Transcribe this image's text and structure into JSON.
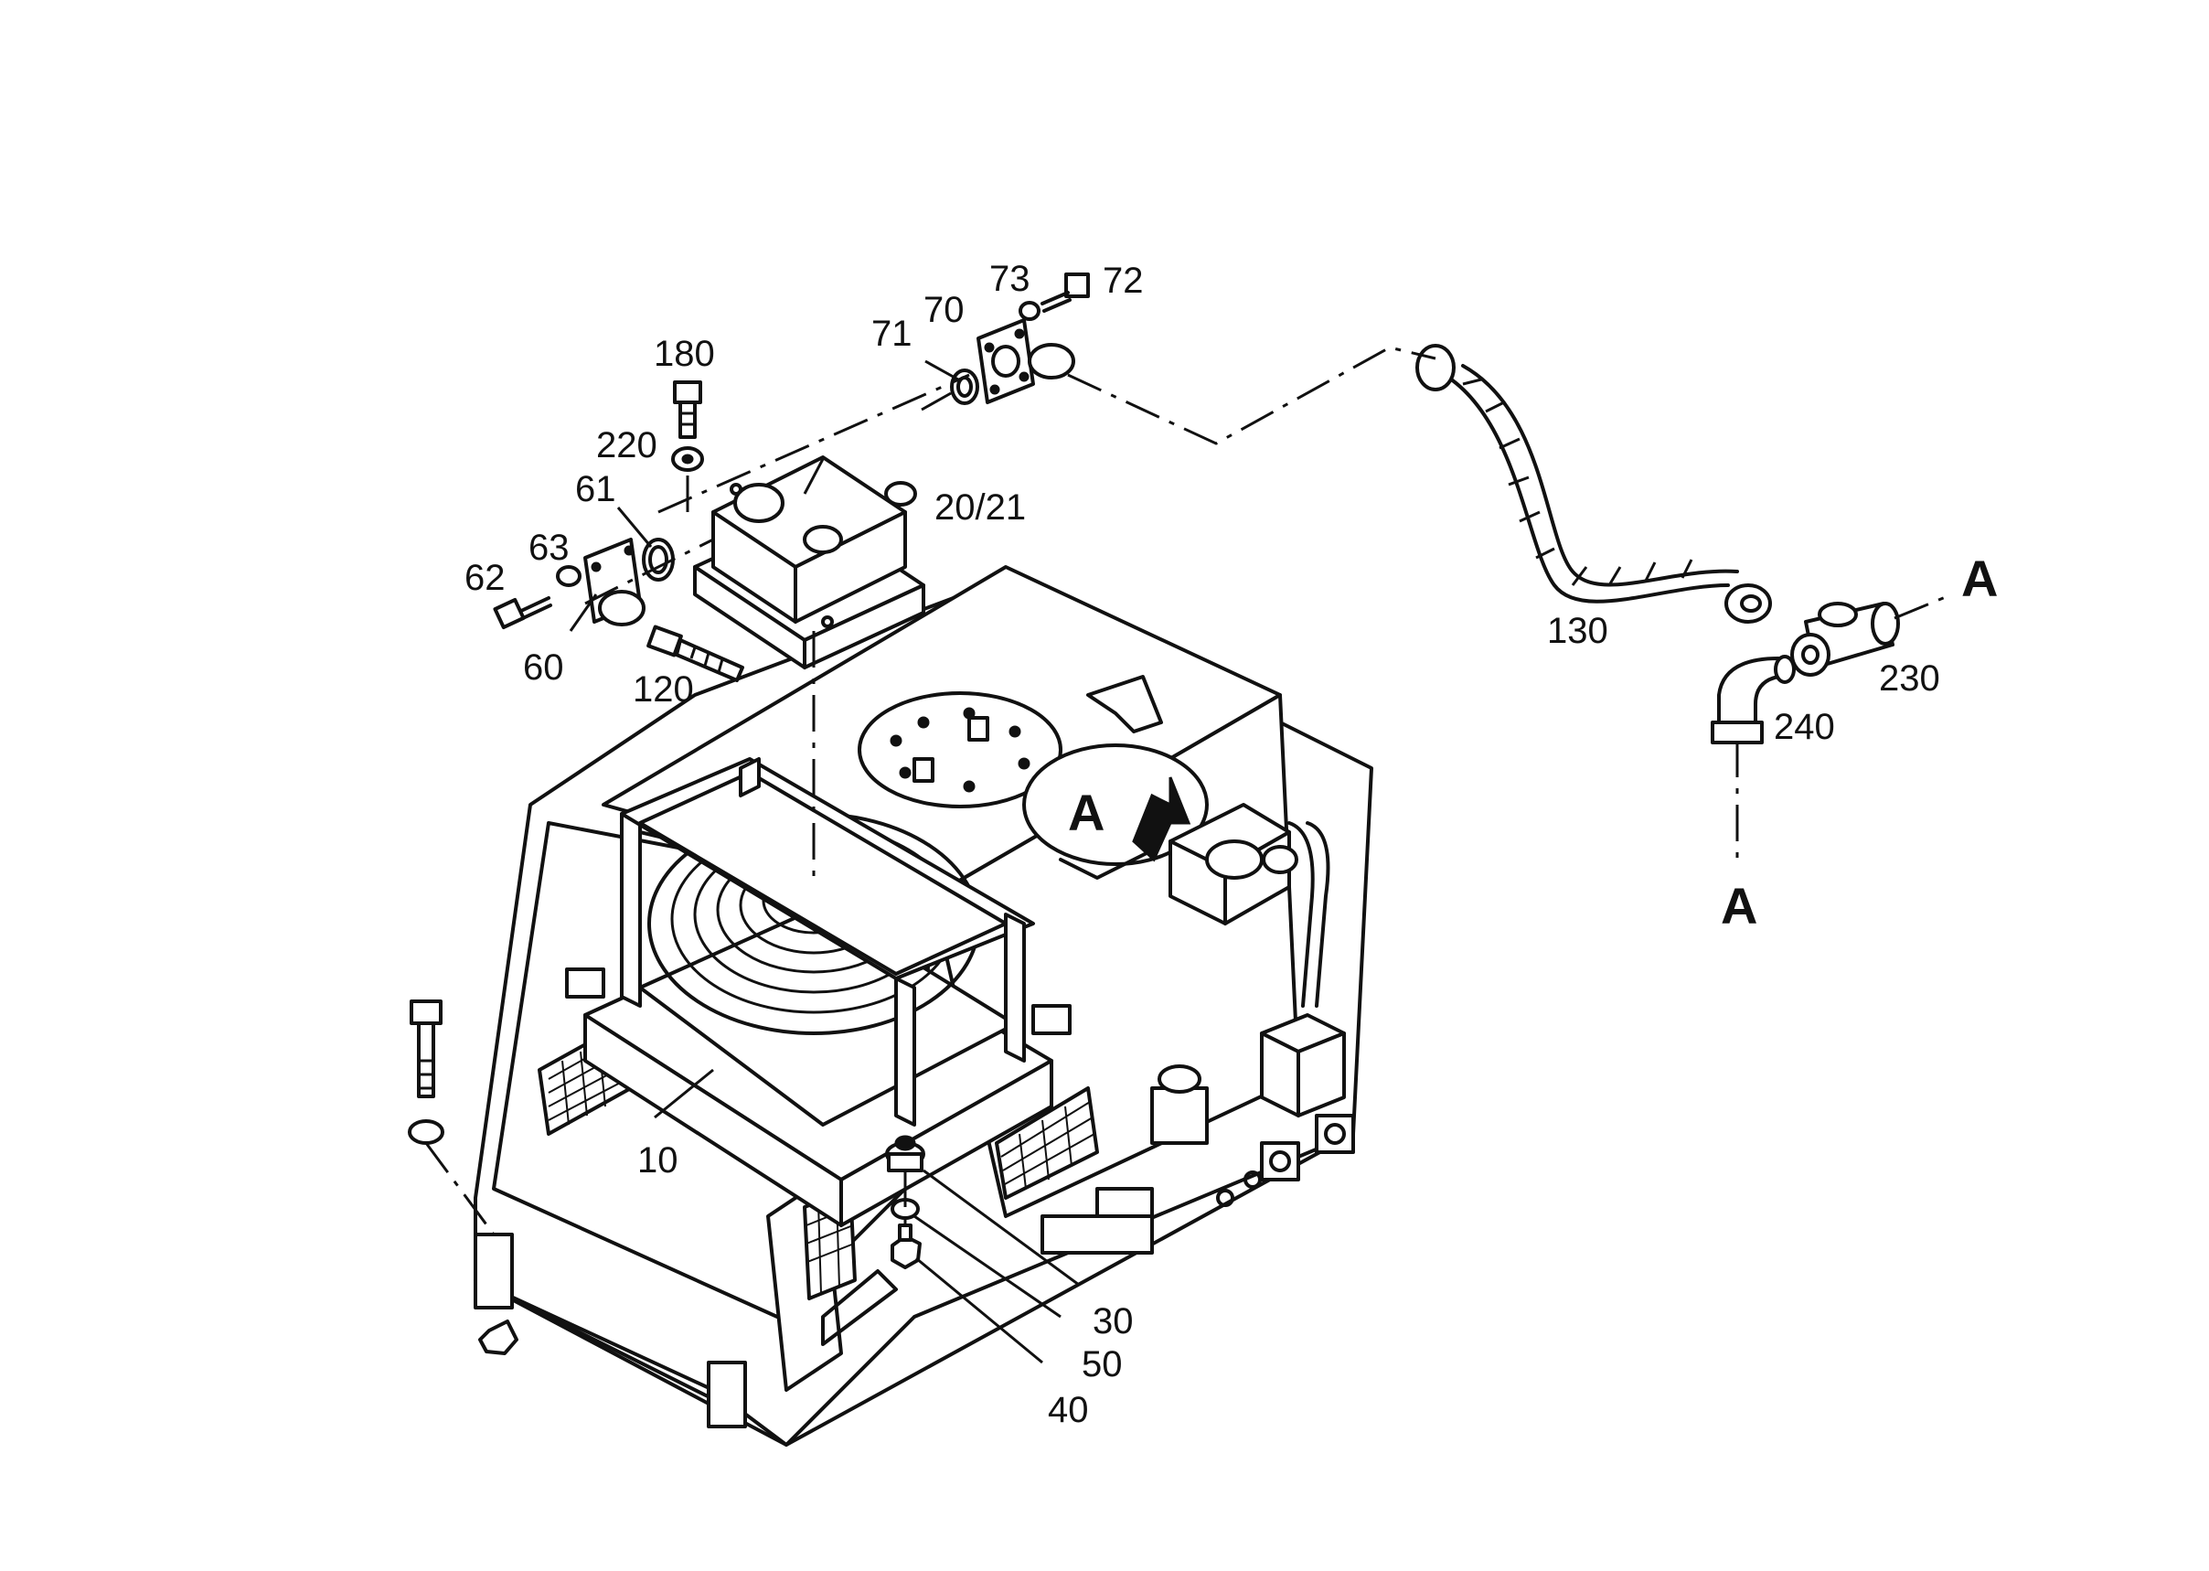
{
  "part_labels": {
    "p10": "10",
    "p20_21": "20/21",
    "p30": "30",
    "p40": "40",
    "p50": "50",
    "p60": "60",
    "p61": "61",
    "p62": "62",
    "p63": "63",
    "p70": "70",
    "p71": "71",
    "p72": "72",
    "p73": "73",
    "p120": "120",
    "p130": "130",
    "p180": "180",
    "p220": "220",
    "p230": "230",
    "p240": "240"
  },
  "section_labels": {
    "view_arrow": "A",
    "section_right": "A",
    "section_bottom": "A"
  }
}
